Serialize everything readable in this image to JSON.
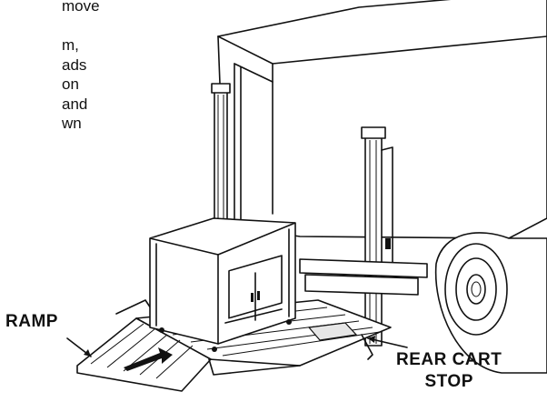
{
  "body_text": {
    "lines": [
      "move",
      "",
      "m,",
      "ads",
      "on",
      "and",
      "wn"
    ]
  },
  "callouts": {
    "ramp": "RAMP",
    "rear_cart_stop_line1": "REAR CART",
    "rear_cart_stop_line2": "STOP"
  }
}
